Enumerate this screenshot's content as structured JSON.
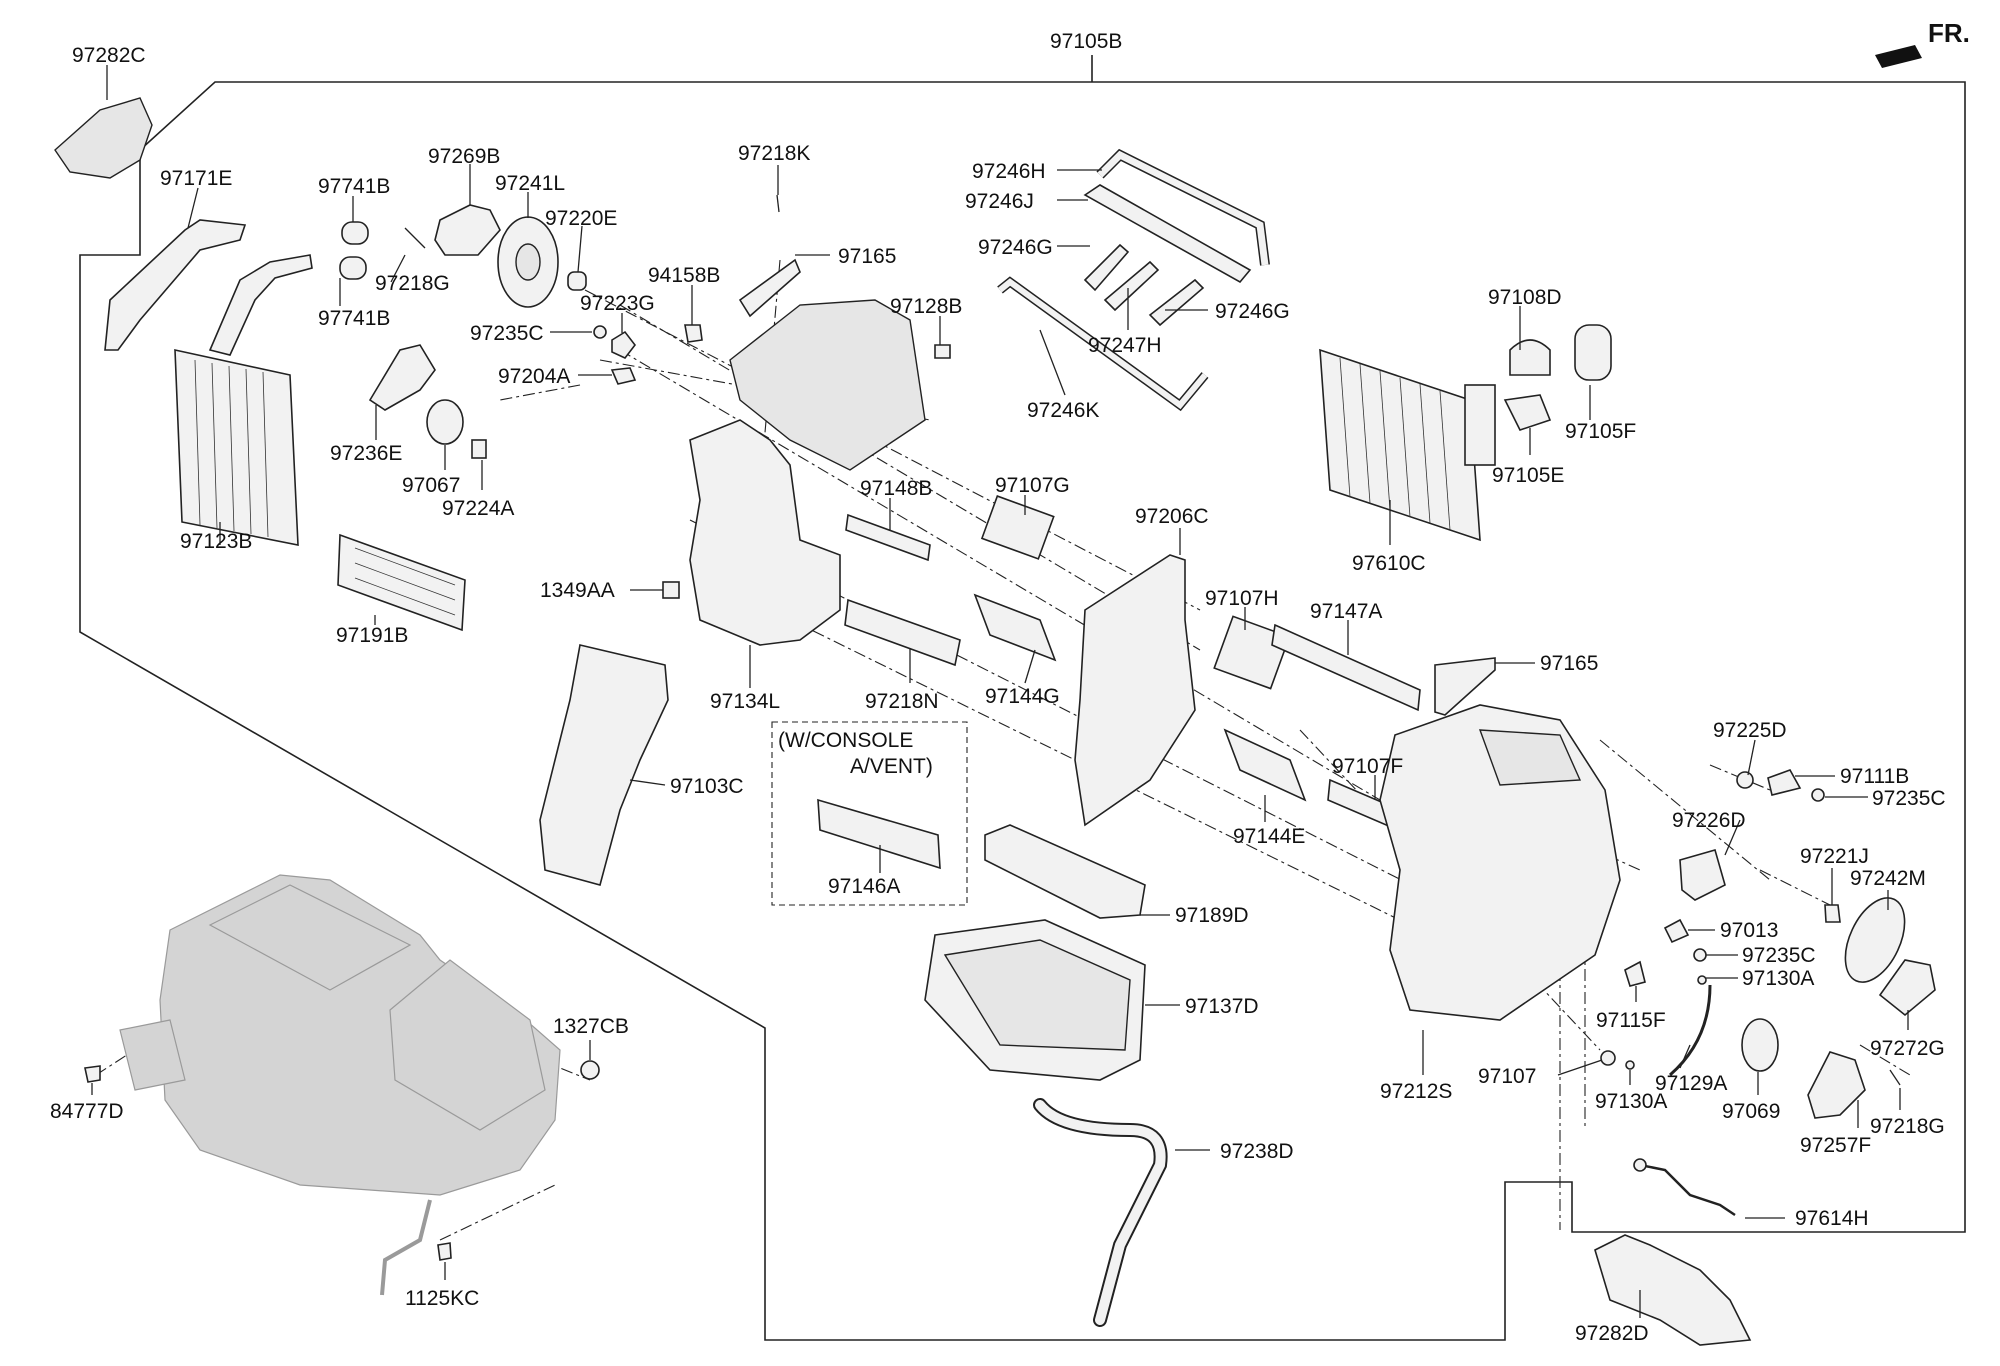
{
  "orientation_label": "FR.",
  "group_label": "97105B",
  "console_note": {
    "line1": "(W/CONSOLE",
    "line2": "A/VENT)"
  },
  "parts": {
    "p97282C": "97282C",
    "p97171E": "97171E",
    "p97741B_a": "97741B",
    "p97741B_b": "97741B",
    "p97269B": "97269B",
    "p97241L": "97241L",
    "p97220E": "97220E",
    "p97218G_a": "97218G",
    "p97223G": "97223G",
    "p94158B": "94158B",
    "p97218K": "97218K",
    "p97165_a": "97165",
    "p97128B": "97128B",
    "p97246H": "97246H",
    "p97246J": "97246J",
    "p97246G_a": "97246G",
    "p97246G_b": "97246G",
    "p97247H": "97247H",
    "p97246K": "97246K",
    "p97108D": "97108D",
    "p97105F": "97105F",
    "p97105E": "97105E",
    "p97610C": "97610C",
    "p97235C_a": "97235C",
    "p97204A": "97204A",
    "p97236E": "97236E",
    "p97067": "97067",
    "p97224A": "97224A",
    "p97123B": "97123B",
    "p97191B": "97191B",
    "p97148B": "97148B",
    "p97107G": "97107G",
    "p97206C": "97206C",
    "p1349AA": "1349AA",
    "p97134L": "97134L",
    "p97218N": "97218N",
    "p97144G": "97144G",
    "p97107H": "97107H",
    "p97147A": "97147A",
    "p97165_b": "97165",
    "p97103C": "97103C",
    "p97146A": "97146A",
    "p97144E": "97144E",
    "p97107F": "97107F",
    "p97225D": "97225D",
    "p97111B": "97111B",
    "p97235C_b": "97235C",
    "p97226D": "97226D",
    "p97221J": "97221J",
    "p97242M": "97242M",
    "p97189D": "97189D",
    "p97013": "97013",
    "p97235C_c": "97235C",
    "p97130A_a": "97130A",
    "p97137D": "97137D",
    "p97115F": "97115F",
    "p97272G": "97272G",
    "p1327CB": "1327CB",
    "p84777D": "84777D",
    "p97212S": "97212S",
    "p97107": "97107",
    "p97129A": "97129A",
    "p97130A_b": "97130A",
    "p97069": "97069",
    "p97238D": "97238D",
    "p97218G_b": "97218G",
    "p97257F": "97257F",
    "p1125KC": "1125KC",
    "p97614H": "97614H",
    "p97282D": "97282D"
  }
}
